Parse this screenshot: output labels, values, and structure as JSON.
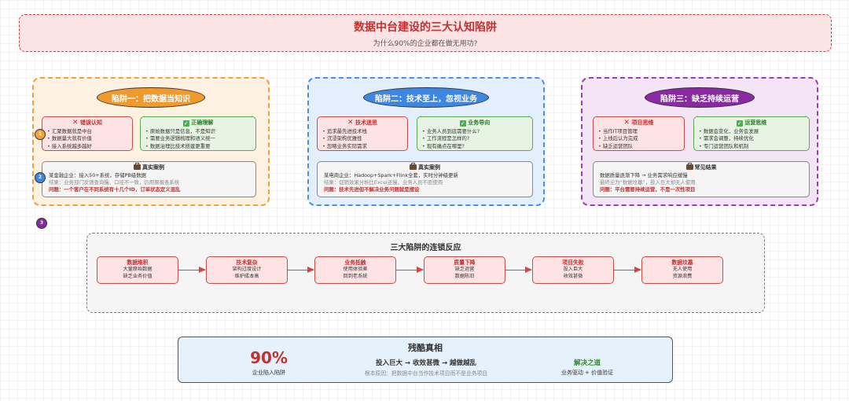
{
  "header": {
    "title": "数据中台建设的三大认知陷阱",
    "subtitle": "为什么90%的企业都在做无用功?"
  },
  "traps": [
    {
      "title": "陷阱一：把数据当知识",
      "color": "#f09a2e",
      "wrong": {
        "heading": "错误认知",
        "items": [
          "汇聚数据就是中台",
          "数据量大就有价值",
          "接入系统越多越好"
        ]
      },
      "right": {
        "heading": "正确理解",
        "items": [
          "原始数据只是信息，不是知识",
          "需要业务逻辑梳理和语义统一",
          "数据治理比技术搭建更重要"
        ]
      },
      "case": {
        "heading": "真实案例",
        "line1": "某金融企业：接入50+系统，存储PB级数据",
        "line2": "结果：业务部门反馈查询慢、口径不一致，仍用原报表系统",
        "line3": "问题：一个客户在不同系统有十几个ID，订单状态定义混乱"
      }
    },
    {
      "title": "陷阱二：技术至上，忽视业务",
      "color": "#3f86e0",
      "wrong": {
        "heading": "技术迷思",
        "items": [
          "追求最先进技术栈",
          "沉浸架构优雅性",
          "忽略业务实际需求"
        ]
      },
      "right": {
        "heading": "业务导向",
        "items": [
          "业务人员到底需要什么?",
          "工作流程是怎样的?",
          "现有痛点在哪里?"
        ]
      },
      "case": {
        "heading": "真实案例",
        "line1": "某电商企业：Hadoop+Spark+Flink全套，实时分钟级更新",
        "line2": "结果：促销效果分析比Excel还慢，业务人员不愿使用",
        "line3": "问题：技术先进但不解决业务问题就是摆设"
      }
    },
    {
      "title": "陷阱三：缺乏持续运营",
      "color": "#8a2aa3",
      "wrong": {
        "heading": "项目思维",
        "items": [
          "当作IT项目管理",
          "上线后认为完成",
          "缺乏运营团队"
        ]
      },
      "right": {
        "heading": "运营思维",
        "items": [
          "数据会变化，业务会发展",
          "需求会调整，持续优化",
          "专门运营团队和机制"
        ]
      },
      "case": {
        "heading": "常见结果",
        "line1": "数据质量逐渐下降 → 业务需求响应缓慢",
        "line2": "最终沦为“数据坟墓”，投入巨大却无人使用",
        "line3": "问题：平台需要持续运营，不是一次性项目"
      }
    }
  ],
  "badges": [
    "1",
    "2",
    "3"
  ],
  "chain": {
    "title": "三大陷阱的连锁反应",
    "steps": [
      {
        "title": "数据堆积",
        "lines": [
          "大量原始数据",
          "缺乏业务价值"
        ]
      },
      {
        "title": "技术复杂",
        "lines": [
          "架构过度设计",
          "维护成本高"
        ]
      },
      {
        "title": "业务抵触",
        "lines": [
          "使用体验差",
          "回到老系统"
        ]
      },
      {
        "title": "质量下降",
        "lines": [
          "缺乏运营",
          "数据陈旧"
        ]
      },
      {
        "title": "项目失败",
        "lines": [
          "投入巨大",
          "收效甚微"
        ]
      },
      {
        "title": "数据坟墓",
        "lines": [
          "无人使用",
          "资源浪费"
        ]
      }
    ]
  },
  "truth": {
    "title": "残酷真相",
    "stat_value": "90%",
    "stat_label": "企业陷入陷阱",
    "flow": "投入巨大 → 收效甚微 → 越做越乱",
    "root_cause": "根本原因：把数据中台当作技术项目而不是业务项目",
    "solution_title": "解决之道",
    "solution_text": "业务驱动 + 价值验证"
  }
}
